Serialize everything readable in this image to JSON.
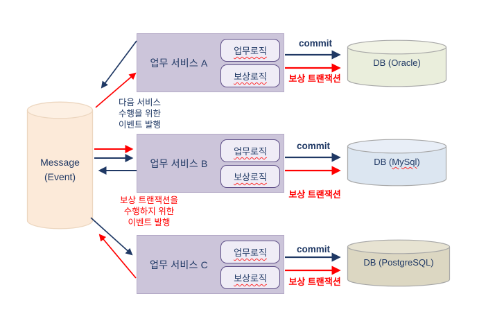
{
  "colors": {
    "navy": "#1f3864",
    "red": "#ff0000",
    "service_box_fill": "#ccc5da",
    "inner_box_fill": "#efecf6",
    "inner_box_border": "#5d4d86",
    "message_fill": "#fcead9",
    "db_oracle_fill": "#eaeedc",
    "db_mysql_fill": "#dce6f1",
    "db_postgres_fill": "#dcd7c2"
  },
  "message_store": {
    "line1": "Message",
    "line2": "(Event)"
  },
  "services": [
    {
      "id": "A",
      "name": "업무 서비스 A",
      "business_logic": "업무로직",
      "compensation_logic": "보상로직",
      "commit_label": "commit",
      "compensation_label": "보상 트랜잭션",
      "db_label": "DB (Oracle)"
    },
    {
      "id": "B",
      "name": "업무 서비스 B",
      "business_logic": "업무로직",
      "compensation_logic": "보상로직",
      "commit_label": "commit",
      "compensation_label": "보상 트랜잭션",
      "db_label_prefix": "DB (",
      "db_label_word": "MySql",
      "db_label_suffix": ")"
    },
    {
      "id": "C",
      "name": "업무 서비스 C",
      "business_logic": "업무로직",
      "compensation_logic": "보상로직",
      "commit_label": "commit",
      "compensation_label": "보상 트랜잭션",
      "db_label": "DB (PostgreSQL)"
    }
  ],
  "annotations": {
    "next_event": {
      "lines": [
        "다음 서비스",
        "수행을 위한",
        "이벤트 발행"
      ]
    },
    "compensation_event": {
      "lines": [
        "보상 트랜잭션을",
        "수행하지 위한",
        "이벤트 발행"
      ]
    }
  }
}
